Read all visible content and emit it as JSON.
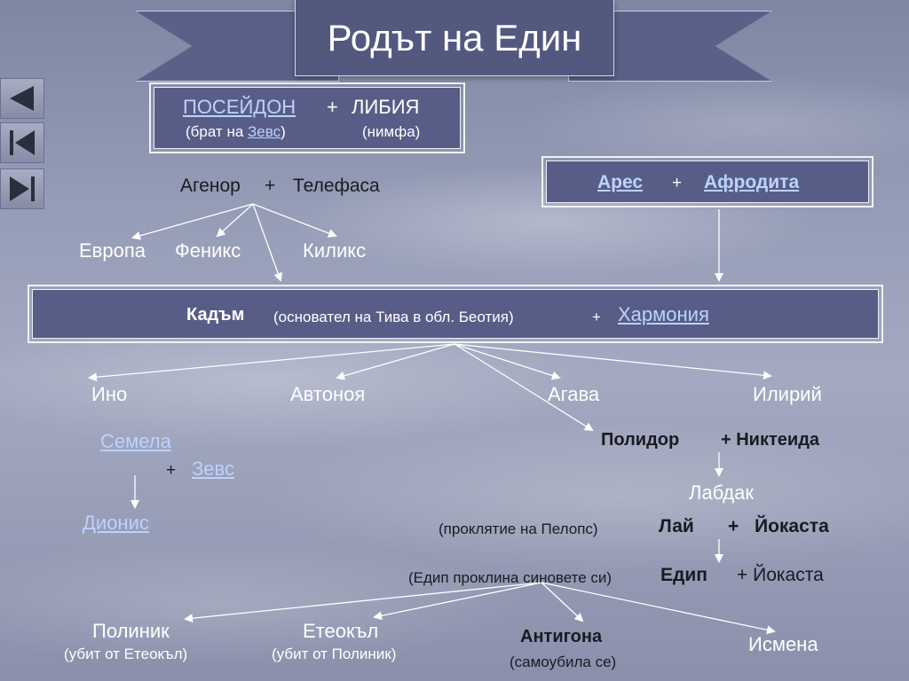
{
  "title": "Родът на Един",
  "nav": {
    "prev": "previous-slide",
    "first": "first-slide",
    "last": "last-slide"
  },
  "box_poseidon": {
    "name1": "ПОСЕЙДОН",
    "plus": "+",
    "name2": "ЛИБИЯ",
    "note1_pre": "(брат на ",
    "note1_link": "Зевс",
    "note1_post": ")",
    "note2": "(нимфа)"
  },
  "agenor": {
    "name1": "Агенор",
    "plus": "+",
    "name2": "Телефаса"
  },
  "children_agenor": [
    "Европа",
    "Феникс",
    "Киликс"
  ],
  "box_ares": {
    "name1": "Арес",
    "plus": "+",
    "name2": "Афродита"
  },
  "box_kadmos": {
    "name": "Кадъм",
    "note": "(основател на Тива в обл. Беотия)",
    "plus": "+",
    "spouse": "Хармония"
  },
  "children_kadmos": [
    "Ино",
    "Автоноя",
    "Агава",
    "Илирий"
  ],
  "semele": {
    "name": "Семела",
    "plus": "+",
    "partner": "Зевс",
    "child": "Дионис"
  },
  "polydoros": {
    "name": "Полидор",
    "plus": "+ Никтеида"
  },
  "labdakos": "Лабдак",
  "laios": {
    "curse": "(проклятие на Пелопс)",
    "name": "Лай",
    "plus": "+",
    "spouse": "Йокаста"
  },
  "oedipus": {
    "curse": "(Едип проклина синовете си)",
    "name": "Едип",
    "plus": "+ Йокаста"
  },
  "children_oedipus": [
    {
      "name": "Полиник",
      "note": "(убит от Етеокъл)"
    },
    {
      "name": "Етеокъл",
      "note": "(убит от Полиник)"
    },
    {
      "name": "Антигона",
      "note": "(самоубила се)"
    },
    {
      "name": "Исмена",
      "note": ""
    }
  ],
  "colors": {
    "box_fill": "#585d87",
    "link": "#bcd2ff",
    "text_dark": "#1a1a22"
  }
}
